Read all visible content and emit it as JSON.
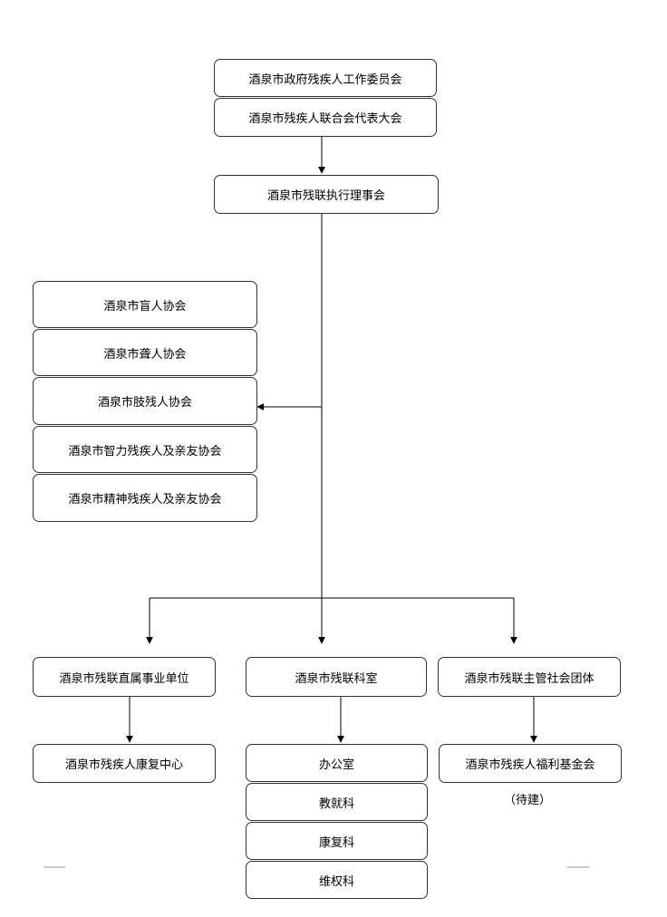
{
  "top": {
    "committee": "酒泉市政府残疾人工作委员会",
    "congress": "酒泉市残疾人联合会代表大会",
    "council": "酒泉市残联执行理事会"
  },
  "associations": [
    "酒泉市盲人协会",
    "酒泉市聋人协会",
    "酒泉市肢残人协会",
    "酒泉市智力残疾人及亲友协会",
    "酒泉市精神残疾人及亲友协会"
  ],
  "branches": {
    "institutions": {
      "label": "酒泉市残联直属事业单位",
      "children": [
        "酒泉市残疾人康复中心"
      ]
    },
    "office": {
      "label": "酒泉市残联科室",
      "children": [
        "办公室",
        "教就科",
        "康复科",
        "维权科"
      ]
    },
    "groups": {
      "label": "酒泉市残联主管社会团体",
      "children": [
        "酒泉市残疾人福利基金会"
      ],
      "note": "（待建）"
    }
  }
}
